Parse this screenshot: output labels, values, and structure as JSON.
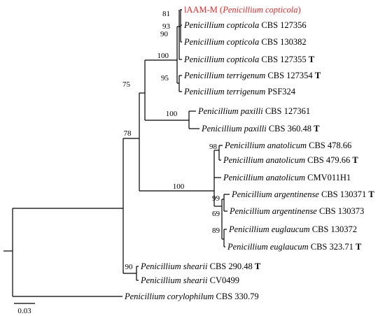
{
  "tree": {
    "taxa": [
      {
        "prefix": "lAAM-M (",
        "species": "Penicillium copticola",
        "suffix": ")",
        "strain": "",
        "type_mark": "",
        "color": "#e32b2b"
      },
      {
        "prefix": "",
        "species": "Penicillium copticola",
        "suffix": "",
        "strain": "CBS 127356",
        "type_mark": "",
        "color": "#000000"
      },
      {
        "prefix": "",
        "species": "Penicillium copticola",
        "suffix": "",
        "strain": "CBS 130382",
        "type_mark": "",
        "color": "#000000"
      },
      {
        "prefix": "",
        "species": "Penicillium copticola",
        "suffix": "",
        "strain": "CBS 127355",
        "type_mark": "T",
        "color": "#000000"
      },
      {
        "prefix": "",
        "species": "Penicillium terrigenum",
        "suffix": "",
        "strain": "CBS 127354",
        "type_mark": "T",
        "color": "#000000"
      },
      {
        "prefix": "",
        "species": "Penicillium terrigenum",
        "suffix": "",
        "strain": "PSF324",
        "type_mark": "",
        "color": "#000000"
      },
      {
        "prefix": "",
        "species": "Penicillium paxilli",
        "suffix": "",
        "strain": "CBS 127361",
        "type_mark": "",
        "color": "#000000"
      },
      {
        "prefix": "",
        "species": "Penicillium paxilli",
        "suffix": "",
        "strain": "CBS 360.48",
        "type_mark": "T",
        "color": "#000000"
      },
      {
        "prefix": "",
        "species": "Penicillium anatolicum",
        "suffix": "",
        "strain": "CBS 478.66",
        "type_mark": "",
        "color": "#000000"
      },
      {
        "prefix": "",
        "species": "Penicillium anatolicum",
        "suffix": "",
        "strain": "CBS 479.66",
        "type_mark": "T",
        "color": "#000000"
      },
      {
        "prefix": "",
        "species": "Penicillium anatolicum",
        "suffix": "",
        "strain": "CMV011H1",
        "type_mark": "",
        "color": "#000000"
      },
      {
        "prefix": "",
        "species": "Penicillium argentinense",
        "suffix": "",
        "strain": "CBS 130371",
        "type_mark": "T",
        "color": "#000000"
      },
      {
        "prefix": "",
        "species": "Penicillium argentinense",
        "suffix": "",
        "strain": "CBS 130373",
        "type_mark": "",
        "color": "#000000"
      },
      {
        "prefix": "",
        "species": "Penicillium euglaucum",
        "suffix": "",
        "strain": "CBS 130372",
        "type_mark": "",
        "color": "#000000"
      },
      {
        "prefix": "",
        "species": "Penicillium euglaucum",
        "suffix": "",
        "strain": "CBS 323.71",
        "type_mark": "T",
        "color": "#000000"
      },
      {
        "prefix": "",
        "species": "Penicillium shearii",
        "suffix": "",
        "strain": "CBS 290.48",
        "type_mark": "T",
        "color": "#000000"
      },
      {
        "prefix": "",
        "species": "Penicillium shearii",
        "suffix": "",
        "strain": "CV0499",
        "type_mark": "",
        "color": "#000000"
      },
      {
        "prefix": "",
        "species": "Penicillium corylophilum",
        "suffix": "",
        "strain": "CBS 330.79",
        "type_mark": "",
        "color": "#000000"
      }
    ],
    "bootstrap": [
      "81",
      "93",
      "90",
      "100",
      "95",
      "75",
      "100",
      "78",
      "98",
      "100",
      "99",
      "69",
      "89",
      "90"
    ],
    "scale_bar_label": "0.03"
  }
}
